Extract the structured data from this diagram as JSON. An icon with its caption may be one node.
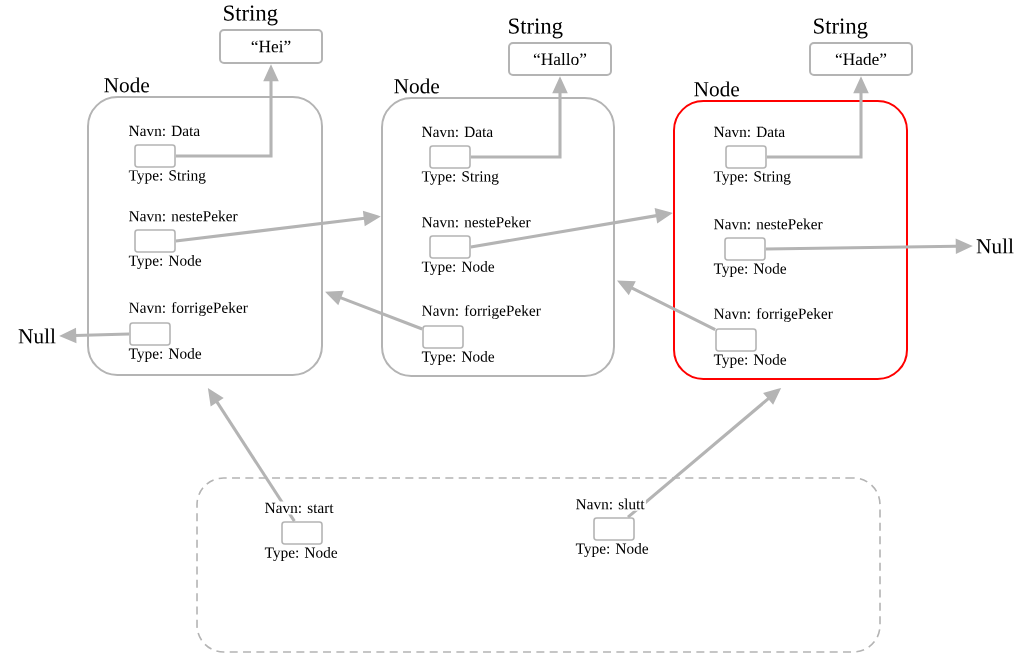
{
  "diagram": {
    "nodes": [
      {
        "text": [
          "String",
          "“Hei”"
        ]
      },
      {
        "text": [
          "Node"
        ]
      },
      {
        "text": [],
        "shape": "box",
        "in": 1,
        "beside": [
          "Navn: Data",
          "Type: String"
        ]
      },
      {
        "text": [],
        "shape": "box",
        "in": 1,
        "beside": [
          "Navn: nestePeker",
          "Type: Node"
        ]
      },
      {
        "text": [],
        "shape": "box",
        "in": 1,
        "beside": [
          "Navn: forrigePeker",
          "Type: Node"
        ]
      },
      {
        "text": [
          "String",
          "“Hallo”"
        ]
      },
      {
        "text": [
          "Node"
        ]
      },
      {
        "text": [],
        "shape": "box",
        "in": 6,
        "beside": [
          "Navn: Data",
          "Type: String"
        ]
      },
      {
        "text": [],
        "shape": "box",
        "in": 6,
        "beside": [
          "Navn: nestePeker",
          "Type: Node"
        ]
      },
      {
        "text": [],
        "shape": "box",
        "in": 6,
        "beside": [
          "Navn: forrigePeker",
          "Type: Node"
        ]
      },
      {
        "text": [
          "String",
          "“Hade”"
        ]
      },
      {
        "text": [
          "Node"
        ]
      },
      {
        "text": [],
        "shape": "box",
        "in": 11,
        "beside": [
          "Navn: Data",
          "Type: String"
        ]
      },
      {
        "text": [],
        "shape": "box",
        "in": 11,
        "beside": [
          "Navn: nestePeker",
          "Type: Node"
        ]
      },
      {
        "text": [],
        "shape": "box",
        "in": 11,
        "beside": [
          "Navn: forrigePeker",
          "Type: Node"
        ]
      },
      {
        "text": [
          "Null"
        ]
      },
      {
        "text": [
          "Null"
        ]
      },
      {
        "text": [],
        "shape": "box"
      },
      {
        "text": [],
        "shape": "box",
        "in": 17,
        "beside": [
          "Navn: start",
          "Type: Node"
        ]
      },
      {
        "text": [],
        "shape": "box",
        "in": 17,
        "beside": [
          "Navn: slutt",
          "Type: Node"
        ]
      }
    ],
    "edges": [
      {
        "from": 2,
        "to": 0,
        "arrow": "to"
      },
      {
        "from": 3,
        "to": 6,
        "arrow": "to"
      },
      {
        "from": 4,
        "to": 15,
        "arrow": "to"
      },
      {
        "from": 7,
        "to": 5,
        "arrow": "to"
      },
      {
        "from": 8,
        "to": 11,
        "arrow": "to"
      },
      {
        "from": 9,
        "to": 1,
        "arrow": "to"
      },
      {
        "from": 12,
        "to": 10,
        "arrow": "to"
      },
      {
        "from": 13,
        "to": 16,
        "arrow": "to"
      },
      {
        "from": 14,
        "to": 6,
        "arrow": "to"
      },
      {
        "from": 18,
        "to": 1,
        "arrow": "to"
      },
      {
        "from": 19,
        "to": 11,
        "arrow": "to"
      }
    ]
  }
}
